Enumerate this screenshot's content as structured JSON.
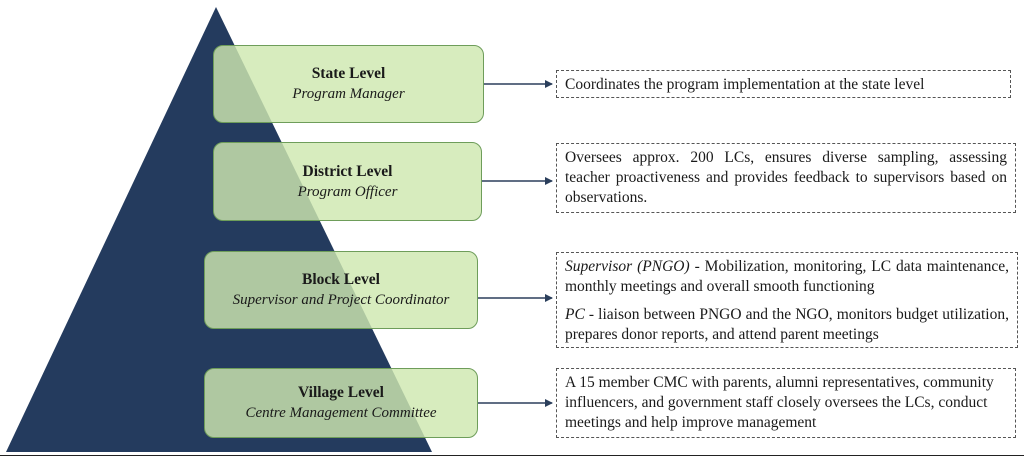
{
  "levels": [
    {
      "title": "State Level",
      "role": "Program Manager",
      "description": "Coordinates the program implementation at the state level"
    },
    {
      "title": "District Level",
      "role": "Program Officer",
      "description": "Oversees approx. 200 LCs, ensures diverse sampling, assessing teacher proactiveness and provides feedback to supervisors based on observations."
    },
    {
      "title": "Block Level",
      "role": "Supervisor and Project Coordinator",
      "description_parts": [
        {
          "term": "Supervisor (PNGO)",
          "text": " - Mobilization, monitoring, LC data maintenance, monthly meetings and overall smooth functioning"
        },
        {
          "term": "PC",
          "text": " - liaison between PNGO and the NGO, monitors budget utilization, prepares donor reports, and attend parent meetings"
        }
      ]
    },
    {
      "title": "Village Level",
      "role": "Centre Management Committee",
      "description": "A 15 member CMC with parents, alumni representatives, community influencers, and government staff closely oversees the LCs, conduct meetings and help improve management"
    }
  ],
  "colors": {
    "pyramid": "#243b5e",
    "box_fill": "#cee8b0",
    "box_border": "#6e9d5a",
    "arrow": "#2b3f5c"
  }
}
